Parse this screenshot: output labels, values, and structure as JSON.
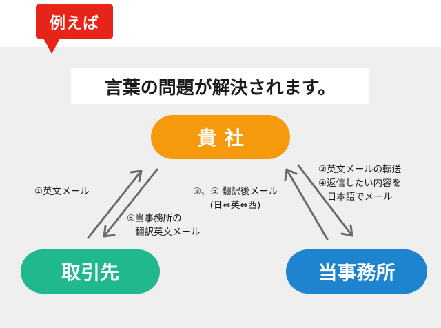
{
  "tag": {
    "label": "例えば"
  },
  "headline": "言葉の問題が解決されます。",
  "nodes": {
    "company": "貴社",
    "partner": "取引先",
    "agency": "当事務所"
  },
  "labels": {
    "partner_to_company": "①英文メール",
    "company_to_partner_line1": "⑥当事務所の",
    "company_to_partner_line2": "翻訳英文メール",
    "agency_to_company_line1": "③、⑤ 翻訳後メール",
    "agency_to_company_line2": "(日⇔英⇔西)",
    "company_to_agency_line1": "②英文メールの転送",
    "company_to_agency_line2": "④返信したい内容を",
    "company_to_agency_line3": "日本語でメール"
  },
  "colors": {
    "tag": "#e72418",
    "company": "#f59a0c",
    "partner": "#20b98e",
    "agency": "#1e84cf",
    "arrow": "#6b6b6b",
    "panel": "#efefef"
  }
}
